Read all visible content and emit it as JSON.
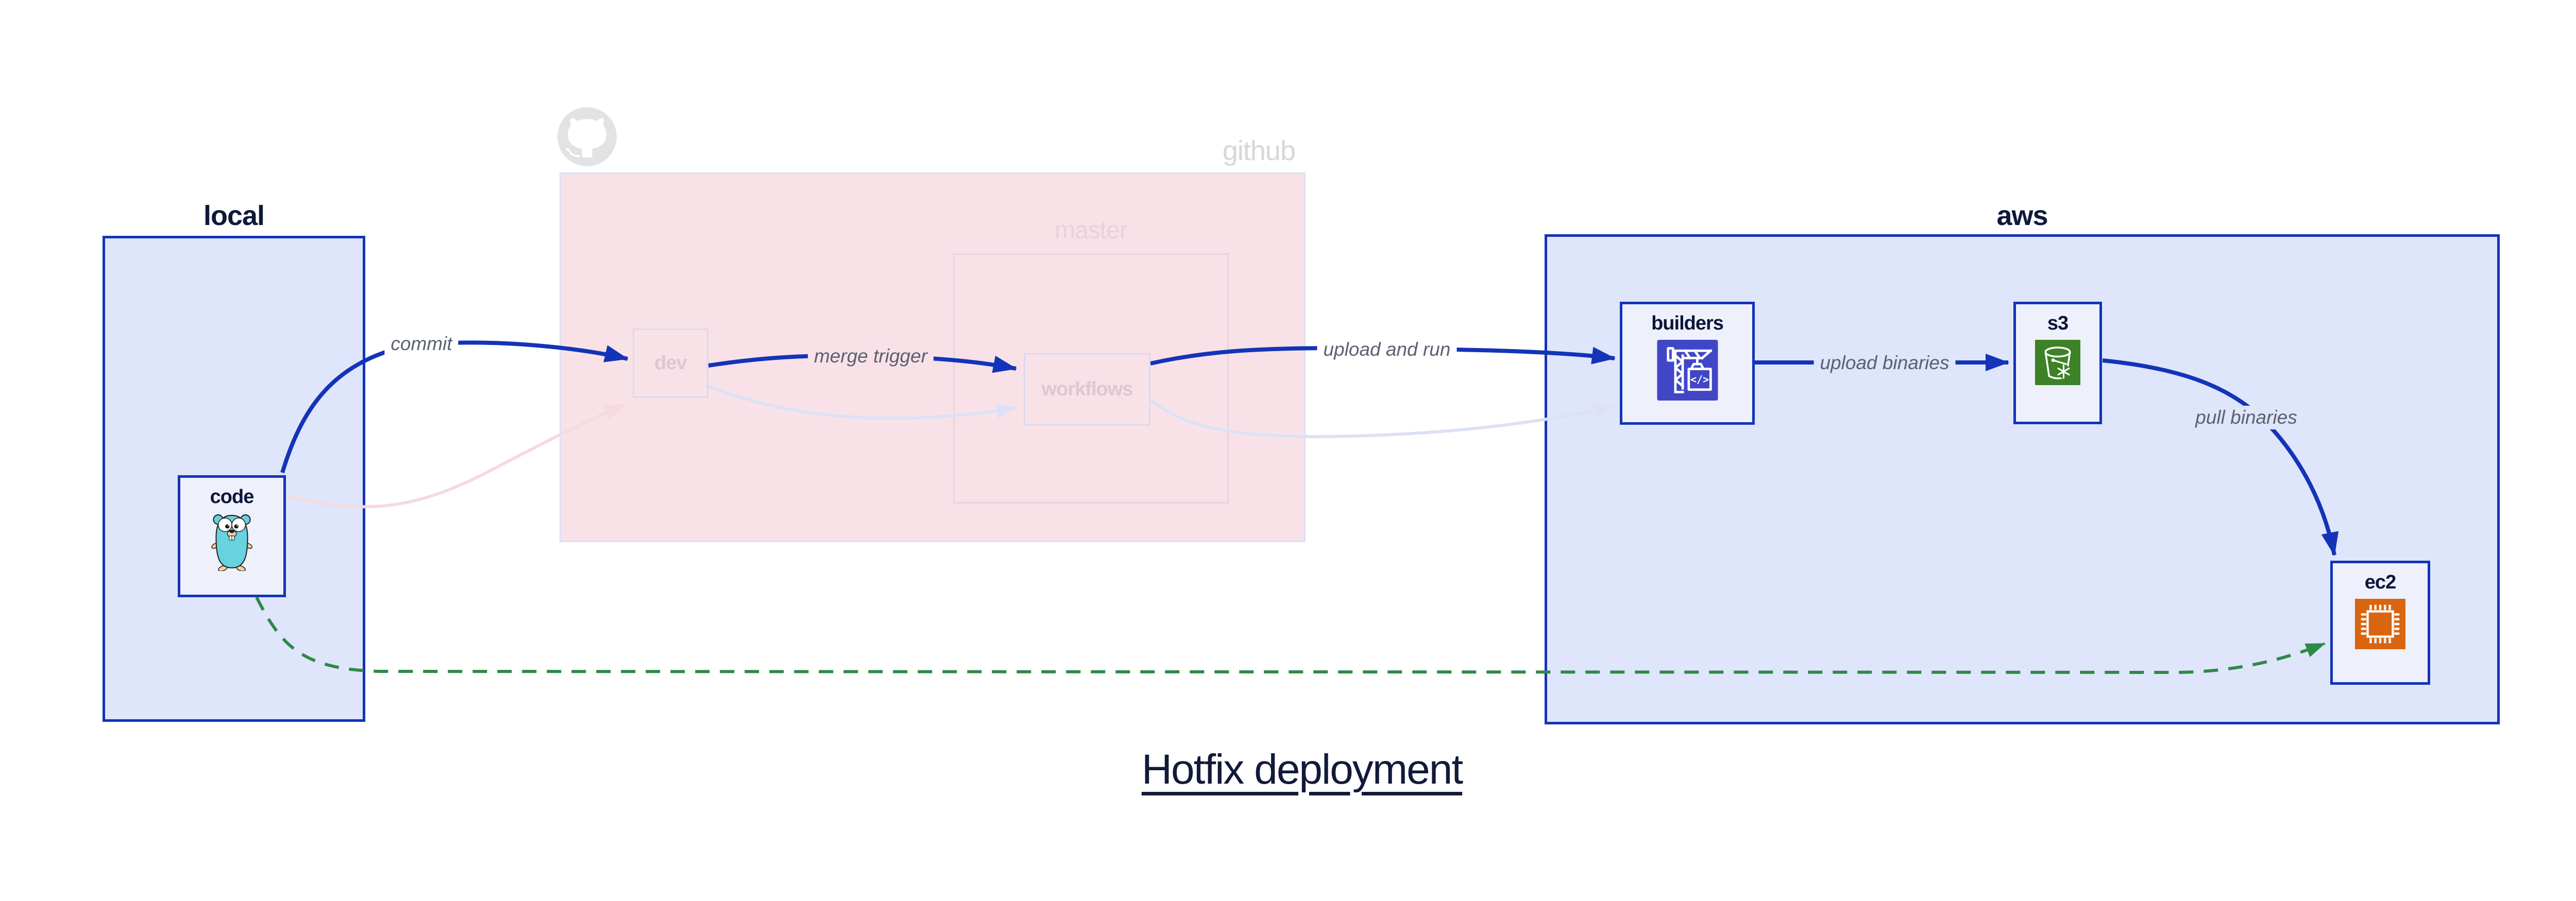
{
  "title": {
    "text": "Hotfix deployment"
  },
  "clusters": {
    "local": {
      "label": "local"
    },
    "github": {
      "label": "github"
    },
    "master": {
      "label": "master"
    },
    "aws": {
      "label": "aws"
    }
  },
  "nodes": {
    "code": {
      "label": "code",
      "icon": "go-gopher"
    },
    "dev": {
      "label": "dev"
    },
    "workflows": {
      "label": "workflows"
    },
    "builders": {
      "label": "builders",
      "icon": "aws-codebuild-crane",
      "icon_glyph": "</>"
    },
    "s3": {
      "label": "s3",
      "icon": "s3-bucket-snowflake"
    },
    "ec2": {
      "label": "ec2",
      "icon": "ec2-chip"
    }
  },
  "edges": {
    "commit": {
      "label": "commit",
      "from": "code",
      "to": "dev",
      "style": "navy-solid"
    },
    "merge_trigger": {
      "label": "merge trigger",
      "from": "dev",
      "to": "workflows",
      "style": "navy-solid"
    },
    "upload_and_run": {
      "label": "upload and run",
      "from": "workflows",
      "to": "builders",
      "style": "navy-solid"
    },
    "upload_binaries": {
      "label": "upload binaries",
      "from": "builders",
      "to": "s3",
      "style": "navy-solid"
    },
    "pull_binaries": {
      "label": "pull binaries",
      "from": "s3",
      "to": "ec2",
      "style": "navy-solid"
    },
    "code_dev_faded": {
      "label": "",
      "from": "code",
      "to": "dev",
      "style": "faded-pink"
    },
    "dev_workflows_faded": {
      "label": "",
      "from": "dev",
      "to": "workflows",
      "style": "faded-lavender"
    },
    "workflows_builders_faded": {
      "label": "",
      "from": "workflows",
      "to": "builders",
      "style": "faded-lavender"
    },
    "code_ec2_hotfix": {
      "label": "",
      "from": "code",
      "to": "ec2",
      "style": "green-dashed"
    }
  },
  "colors": {
    "navy": "#1334b8",
    "cluster_blue_fill": "#dfe5fa",
    "node_fill": "#eef1fc",
    "github_pink_fill": "#f8e2e8",
    "github_border": "#dce1f6",
    "github_text": "#d6d7db",
    "github_logo_gray": "#e3e3e6",
    "master_border": "#e8d4de",
    "master_text": "#e8d2db",
    "faded_node_border": "#ddd8ec",
    "faded_node_text": "#dcc7d3",
    "edge_label_gray": "#5b6170",
    "dark_text": "#0e1538",
    "faded_pink_edge": "#f6d9e1",
    "faded_lavender_edge": "#dde1f6",
    "green_edge": "#2d8a46",
    "codebuild_bg": "#4146c7",
    "s3_bg": "#3d8226",
    "ec2_bg": "#d96510",
    "gopher_teal": "#66d3de",
    "gopher_tan": "#f3cf9f"
  }
}
